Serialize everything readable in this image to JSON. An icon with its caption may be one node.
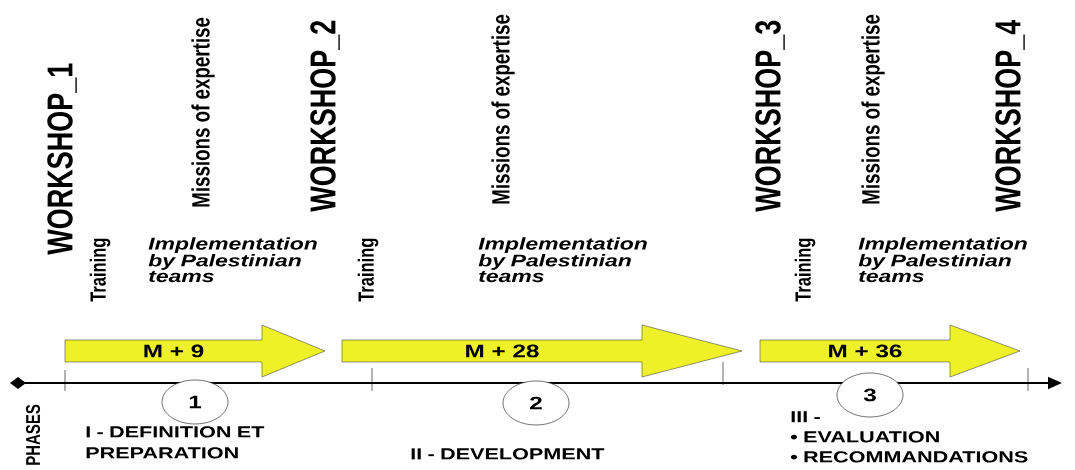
{
  "diagram": {
    "nodes": [
      {
        "text": [
          "M + 9"
        ]
      },
      {
        "text": [
          "M + 28"
        ]
      },
      {
        "text": [
          "M + 36"
        ]
      },
      {
        "text": [
          "1"
        ],
        "beside": [
          "I -  DEFINITION ET PREPARATION"
        ]
      },
      {
        "text": [
          "2"
        ],
        "beside": [
          "II - DEVELOPMENT"
        ]
      },
      {
        "text": [
          "3"
        ],
        "beside": [
          "III -",
          "• EVALUATION",
          "• RECOMMANDATIONS"
        ]
      }
    ],
    "labels": [
      "WORKSHOP_1",
      "Training",
      "Missions of expertise",
      "Implementation by Palestinian teams",
      "WORKSHOP_2",
      "Training",
      "Missions of expertise",
      "Implementation by Palestinian teams",
      "WORKSHOP_3",
      "Training",
      "Missions of expertise",
      "Implementation by Palestinian teams",
      "WORKSHOP_4",
      "PHASES"
    ]
  }
}
